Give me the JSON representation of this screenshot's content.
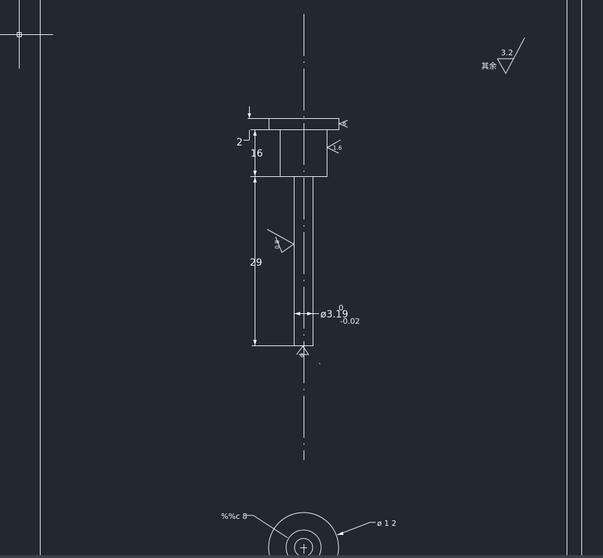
{
  "drawing": {
    "roughness_note": {
      "prefix": "其余",
      "value": "3.2"
    },
    "dimensions": {
      "flange_thickness": "2",
      "head_height": "16",
      "shank_length": "29",
      "shank_diameter": "ø3.19",
      "shank_tol_upper": "0",
      "shank_tol_lower": "-0.02",
      "inner_circle_label": "%%c 8",
      "outer_circle_label": "ø 1 2"
    },
    "surface_finish_marks": {
      "flange_top": "6",
      "head_side": "1.6",
      "shank": "0.8",
      "tip": "6"
    }
  }
}
